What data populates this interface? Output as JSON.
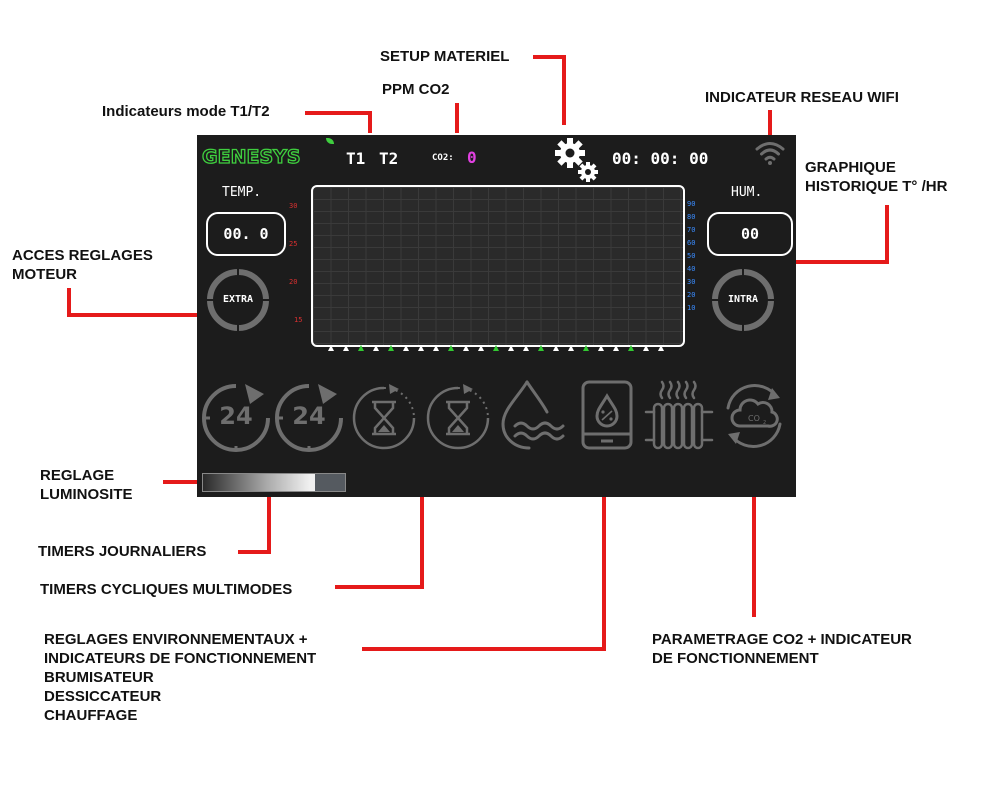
{
  "annotations": {
    "setup_materiel": "SETUP MATERIEL",
    "ppm_co2": "PPM CO2",
    "indicateurs_mode": "Indicateurs mode T1/T2",
    "indicateur_wifi": "INDICATEUR RESEAU WIFI",
    "graphique_line1": "GRAPHIQUE",
    "graphique_line2": "HISTORIQUE T° /HR",
    "acces_line1": "ACCES REGLAGES",
    "acces_line2": "MOTEUR",
    "reglage_line1": "REGLAGE",
    "reglage_line2": "LUMINOSITE",
    "timers_journaliers": "TIMERS JOURNALIERS",
    "timers_cycliques": "TIMERS CYCLIQUES MULTIMODES",
    "env_line1": "REGLAGES ENVIRONNEMENTAUX +",
    "env_line2": "INDICATEURS DE FONCTIONNEMENT",
    "env_line3": "BRUMISATEUR",
    "env_line4": "DESSICCATEUR",
    "env_line5": "CHAUFFAGE",
    "co2_line1": "PARAMETRAGE CO2 + INDICATEUR",
    "co2_line2": "DE FONCTIONNEMENT"
  },
  "panel": {
    "logo": "GENESYS",
    "mode_t1": "T1",
    "mode_t2": "T2",
    "co2_label": "CO2:",
    "co2_value": "0",
    "clock": "00: 00: 00",
    "temp_label": "TEMP.",
    "temp_value": "00. 0",
    "hum_label": "HUM.",
    "hum_value": "00",
    "extra_label": "EXTRA",
    "intra_label": "INTRA",
    "timer1_label": "24",
    "timer2_label": "24",
    "left_ticks": [
      "30",
      "25",
      "20",
      "15"
    ],
    "right_ticks": [
      "90",
      "80",
      "70",
      "60",
      "50",
      "40",
      "30",
      "20",
      "10"
    ],
    "brightness_level": 0.75
  },
  "colors": {
    "accent_red": "#e51a1a",
    "co2_value": "#e040e0",
    "panel_bg": "#1c1c1c",
    "icon_gray": "#6e6e6e",
    "triangle_green": "#32c832"
  }
}
